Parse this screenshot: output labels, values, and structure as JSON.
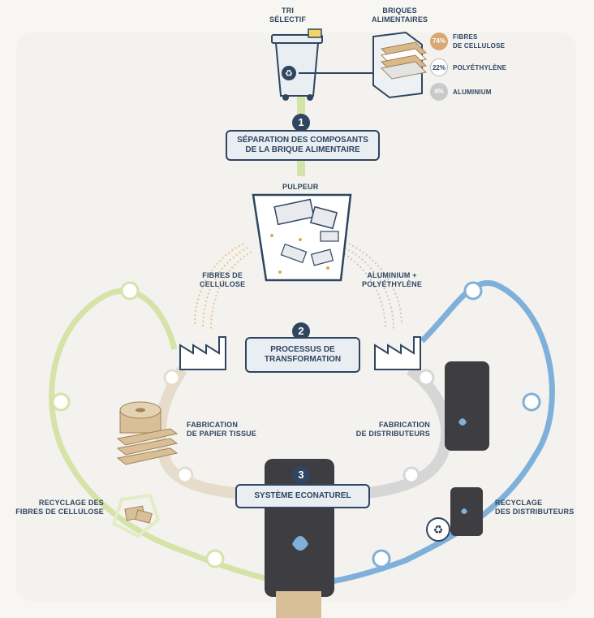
{
  "top": {
    "tri_selectif": [
      "TRI",
      "SÉLECTIF"
    ],
    "briques": [
      "BRIQUES",
      "ALIMENTAIRES"
    ]
  },
  "composition": [
    {
      "pct": "74%",
      "label": [
        "FIBRES",
        "DE CELLULOSE"
      ],
      "color": "#d9a774"
    },
    {
      "pct": "22%",
      "label": [
        "POLYÉTHYLÈNE"
      ],
      "color": "#ffffff"
    },
    {
      "pct": "4%",
      "label": [
        "ALUMINIUM"
      ],
      "color": "#c9c9c9"
    }
  ],
  "steps": [
    {
      "number": "1",
      "lines": [
        "SÉPARATION DES COMPOSANTS",
        "DE LA BRIQUE ALIMENTAIRE"
      ]
    },
    {
      "number": "2",
      "lines": [
        "PROCESSUS DE",
        "TRANSFORMATION"
      ]
    },
    {
      "number": "3",
      "lines": [
        "SYSTÈME ECONATUREL"
      ]
    }
  ],
  "labels": {
    "pulpeur": "PULPEUR",
    "fibres_cellulose": [
      "FIBRES DE",
      "CELLULOSE"
    ],
    "alu_poly": [
      "ALUMINIUM +",
      "POLYÉTHYLÈNE"
    ],
    "fab_papier": [
      "FABRICATION",
      "DE PAPIER TISSUE"
    ],
    "fab_distrib": [
      "FABRICATION",
      "DE DISTRIBUTEURS"
    ],
    "recyc_fibres": [
      "RECYCLAGE DES",
      "FIBRES DE CELLULOSE"
    ],
    "recyc_distrib": [
      "RECYCLAGE",
      "DES DISTRIBUTEURS"
    ]
  },
  "colors": {
    "navy": "#2f4560",
    "green_loop": "#d6e3a8",
    "blue_loop": "#7fb0da",
    "beige_loop": "#e6dccb",
    "grey_loop": "#d6d6d6",
    "cardboard": "#d8bf98",
    "dispenser": "#3e3e42"
  },
  "icons": [
    "recycling-bin-icon",
    "carton-brick-icon",
    "pulper-icon",
    "factory-icon",
    "paper-roll-icon",
    "dispenser-icon",
    "recycle-symbol-icon",
    "chevron-icon"
  ]
}
